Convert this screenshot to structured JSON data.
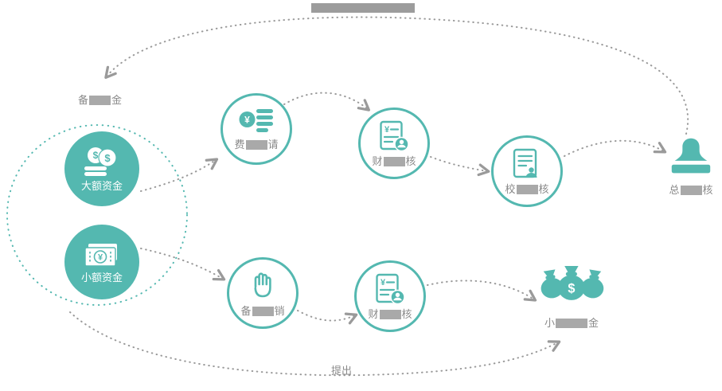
{
  "colors": {
    "teal": "#54b8b0",
    "arrow_gray": "#9a9a9a",
    "label_gray": "#8a8a8a",
    "redaction_gray": "#a9a9a9",
    "title_bar_gray": "#9c9c9c"
  },
  "title_bar": {
    "redacted": true
  },
  "funds_group": {
    "label_segments": [
      {
        "t": "备"
      },
      {
        "b": 27
      },
      {
        "t": "金"
      }
    ],
    "items": [
      {
        "id": "large-funds",
        "label": "大额资金",
        "icon": "coins-icon"
      },
      {
        "id": "small-funds",
        "label": "小额资金",
        "icon": "banknotes-icon"
      }
    ]
  },
  "flow_nodes": [
    {
      "id": "expense-apply",
      "icon": "yen-receipt-icon",
      "segments": [
        {
          "t": "费"
        },
        {
          "b": 27
        },
        {
          "t": "请"
        }
      ]
    },
    {
      "id": "finance-review-top",
      "icon": "finance-doc-icon",
      "segments": [
        {
          "t": "财"
        },
        {
          "b": 27
        },
        {
          "t": "核"
        }
      ]
    },
    {
      "id": "verify-review",
      "icon": "review-doc-icon",
      "segments": [
        {
          "t": "校"
        },
        {
          "b": 27
        },
        {
          "t": "核"
        }
      ]
    },
    {
      "id": "pettycash-claim",
      "icon": "hand-icon",
      "segments": [
        {
          "t": "备"
        },
        {
          "b": 27
        },
        {
          "t": "销"
        }
      ]
    },
    {
      "id": "finance-review-bottom",
      "icon": "finance-doc-icon",
      "segments": [
        {
          "t": "财"
        },
        {
          "b": 27
        },
        {
          "t": "核"
        }
      ]
    }
  ],
  "stamp_node": {
    "id": "final-approve",
    "segments": [
      {
        "t": "总"
      },
      {
        "b": 27
      },
      {
        "t": "核"
      }
    ]
  },
  "money_bags_node": {
    "id": "petty-cash-fund",
    "segments": [
      {
        "t": "小"
      },
      {
        "b": 40
      },
      {
        "t": "金"
      }
    ]
  },
  "bottom_arc_label": {
    "segments": [
      {
        "t": "提出"
      }
    ]
  }
}
